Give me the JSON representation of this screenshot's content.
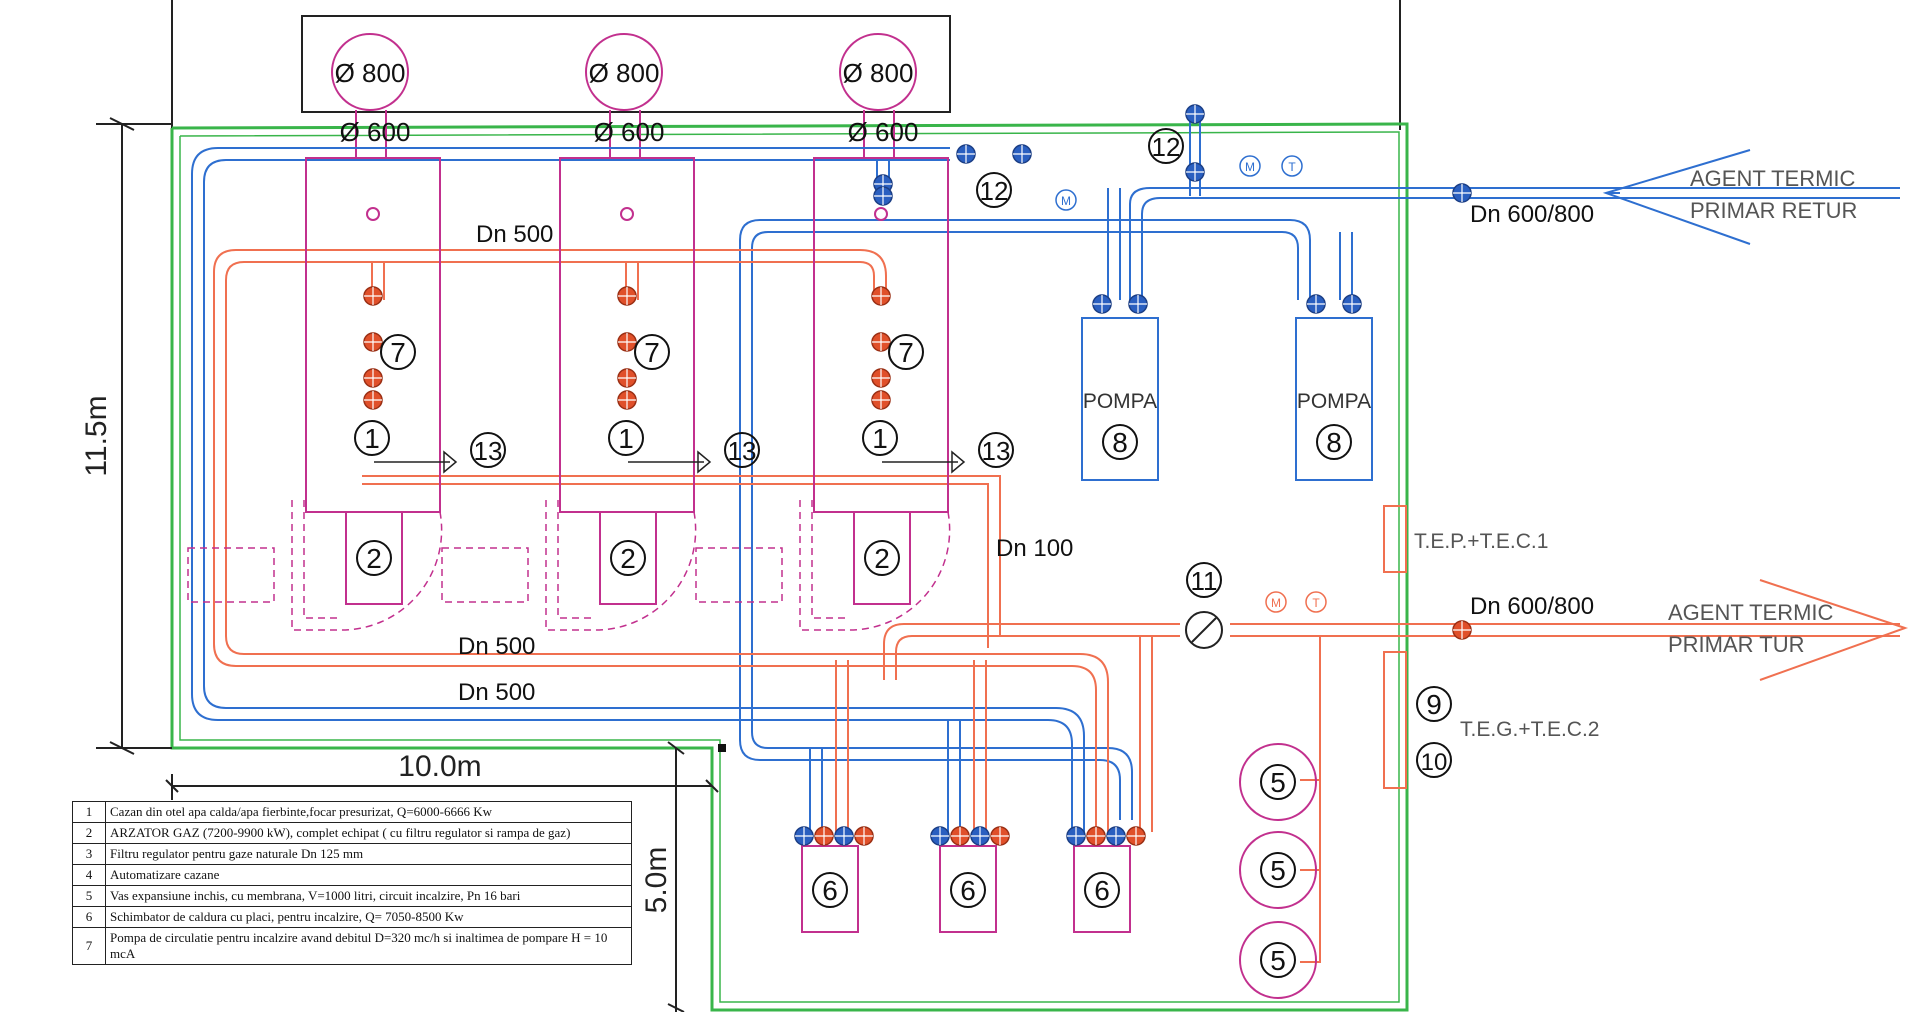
{
  "dimensions": {
    "height": "11.5m",
    "width": "10.0m",
    "annex_height": "5.0m"
  },
  "chimney_labels": {
    "top_diameter": "Ø 800",
    "flue_diameter": "Ø 600"
  },
  "pipe_labels": {
    "collector_top": "Dn 500",
    "collector_tur": "Dn 500",
    "collector_retur": "Dn 500",
    "branch_small": "Dn 100",
    "main_retur": "Dn 600/800",
    "main_tur": "Dn 600/800"
  },
  "flows": {
    "retur_line1": "AGENT TERMIC",
    "retur_line2": "PRIMAR RETUR",
    "tur_line1": "AGENT TERMIC",
    "tur_line2": "PRIMAR TUR"
  },
  "panels": {
    "tep": "T.E.P.+T.E.C.1",
    "teg": "T.E.G.+T.E.C.2"
  },
  "equipment": {
    "pump_label": "POMPA"
  },
  "markers": {
    "boiler": "1",
    "burner": "2",
    "expansion_vessel": "5",
    "heat_exchanger": "6",
    "gas_filter": "7",
    "pump": "8",
    "panel_9": "9",
    "panel_10": "10",
    "meter": "11",
    "valve_group": "12",
    "safety_valve": "13"
  },
  "instrument_labels": {
    "manometer": "M",
    "thermometer": "T"
  },
  "legend": [
    {
      "num": "1",
      "text": "Cazan din otel apa calda/apa fierbinte,focar presurizat, Q=6000-6666 Kw"
    },
    {
      "num": "2",
      "text": "ARZATOR GAZ (7200-9900 kW), complet echipat ( cu filtru regulator si rampa de gaz)"
    },
    {
      "num": "3",
      "text": "Filtru regulator pentru gaze naturale Dn 125 mm"
    },
    {
      "num": "4",
      "text": "Automatizare cazane"
    },
    {
      "num": "5",
      "text": "Vas expansiune inchis, cu membrana, V=1000 litri, circuit incalzire, Pn 16 bari"
    },
    {
      "num": "6",
      "text": "Schimbator de caldura cu placi, pentru incalzire, Q= 7050-8500 Kw"
    },
    {
      "num": "7",
      "text": "Pompa de circulatie pentru incalzire avand debitul D=320 mc/h si inaltimea de pompare H = 10 mcA"
    }
  ],
  "colors": {
    "outline_green": "#39b54a",
    "pipe_blue": "#2e6fd0",
    "pipe_red": "#f07050",
    "equipment_magenta": "#c2308e",
    "valve_red": "#e0502a",
    "valve_blue": "#2a5fc0"
  }
}
